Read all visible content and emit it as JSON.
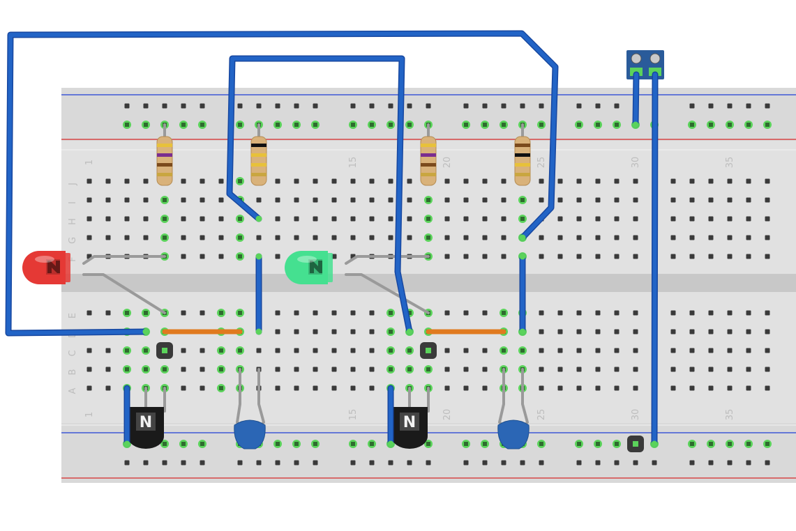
{
  "breadboard": {
    "row_letters_top": [
      "J",
      "I",
      "H",
      "G",
      "F"
    ],
    "row_letters_bottom": [
      "E",
      "D",
      "C",
      "B",
      "A"
    ],
    "column_numbers": [
      "1",
      "15",
      "20",
      "25",
      "30",
      "35"
    ],
    "colors": {
      "board": "#d9d9d9",
      "rail_blue": "#1f3fd6",
      "rail_red": "#d62828",
      "hole": "#3a3a3a",
      "active_hole": "#5bd35b"
    }
  },
  "components": {
    "leds": [
      {
        "name": "led-red",
        "color": "#e53935"
      },
      {
        "name": "led-green",
        "color": "#45e090"
      }
    ],
    "transistors": [
      {
        "name": "transistor-left",
        "marking": "N"
      },
      {
        "name": "transistor-right",
        "marking": "N"
      }
    ],
    "resistors": [
      {
        "name": "resistor-1",
        "bands": [
          "#e7c13a",
          "#7b2d8f",
          "#7b4a1c",
          "#c9a640"
        ]
      },
      {
        "name": "resistor-2",
        "bands": [
          "#111111",
          "#e7c13a",
          "#e7c13a",
          "#c9a640"
        ]
      },
      {
        "name": "resistor-3",
        "bands": [
          "#e7c13a",
          "#7b2d8f",
          "#7b4a1c",
          "#c9a640"
        ]
      },
      {
        "name": "resistor-4",
        "bands": [
          "#7b4a1c",
          "#111111",
          "#e7c13a",
          "#c9a640"
        ]
      }
    ],
    "capacitors": [
      {
        "name": "capacitor-left",
        "color": "#2b66b5"
      },
      {
        "name": "capacitor-right",
        "color": "#2b66b5"
      }
    ],
    "jumper_color": "#e07a1f",
    "wire_color": "#2264c6",
    "lead_color": "#9a9a9a",
    "terminal_block_color": "#2a5b9a"
  }
}
